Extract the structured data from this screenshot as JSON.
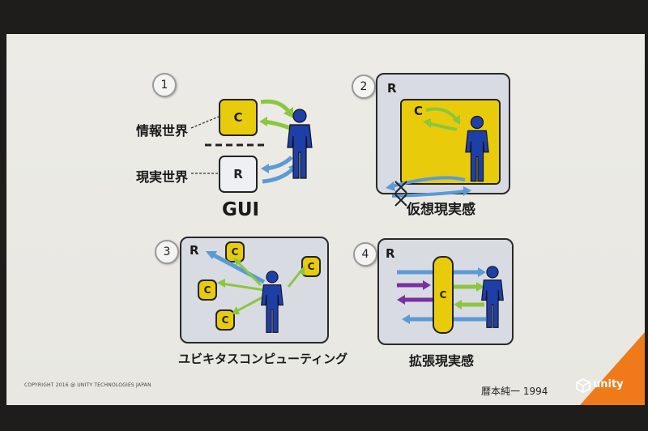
{
  "colors": {
    "yellow": "#e8cc0c",
    "blue_person": "#1f3fa8",
    "green_arrow": "#8cc63f",
    "blue_arrow": "#5b9bd5",
    "purple_arrow": "#7b2fa0",
    "orange": "#f07a1a"
  },
  "panel1": {
    "number": "1",
    "c": "C",
    "r": "R",
    "label_info": "情報世界",
    "label_real": "現実世界",
    "caption": "GUI"
  },
  "panel2": {
    "number": "2",
    "r": "R",
    "c": "C",
    "caption": "仮想現実感"
  },
  "panel3": {
    "number": "3",
    "r": "R",
    "c": "C",
    "caption": "ユビキタスコンピューティング"
  },
  "panel4": {
    "number": "4",
    "r": "R",
    "c": "C",
    "caption": "拡張現実感"
  },
  "footer": {
    "copyright": "COPYRIGHT 2016 @ UNITY TECHNOLOGIES JAPAN",
    "author": "暦本純一 1994",
    "logo": "unity"
  },
  "icons": [
    "person-icon",
    "cross-mark-icon",
    "unity-cube-icon"
  ]
}
